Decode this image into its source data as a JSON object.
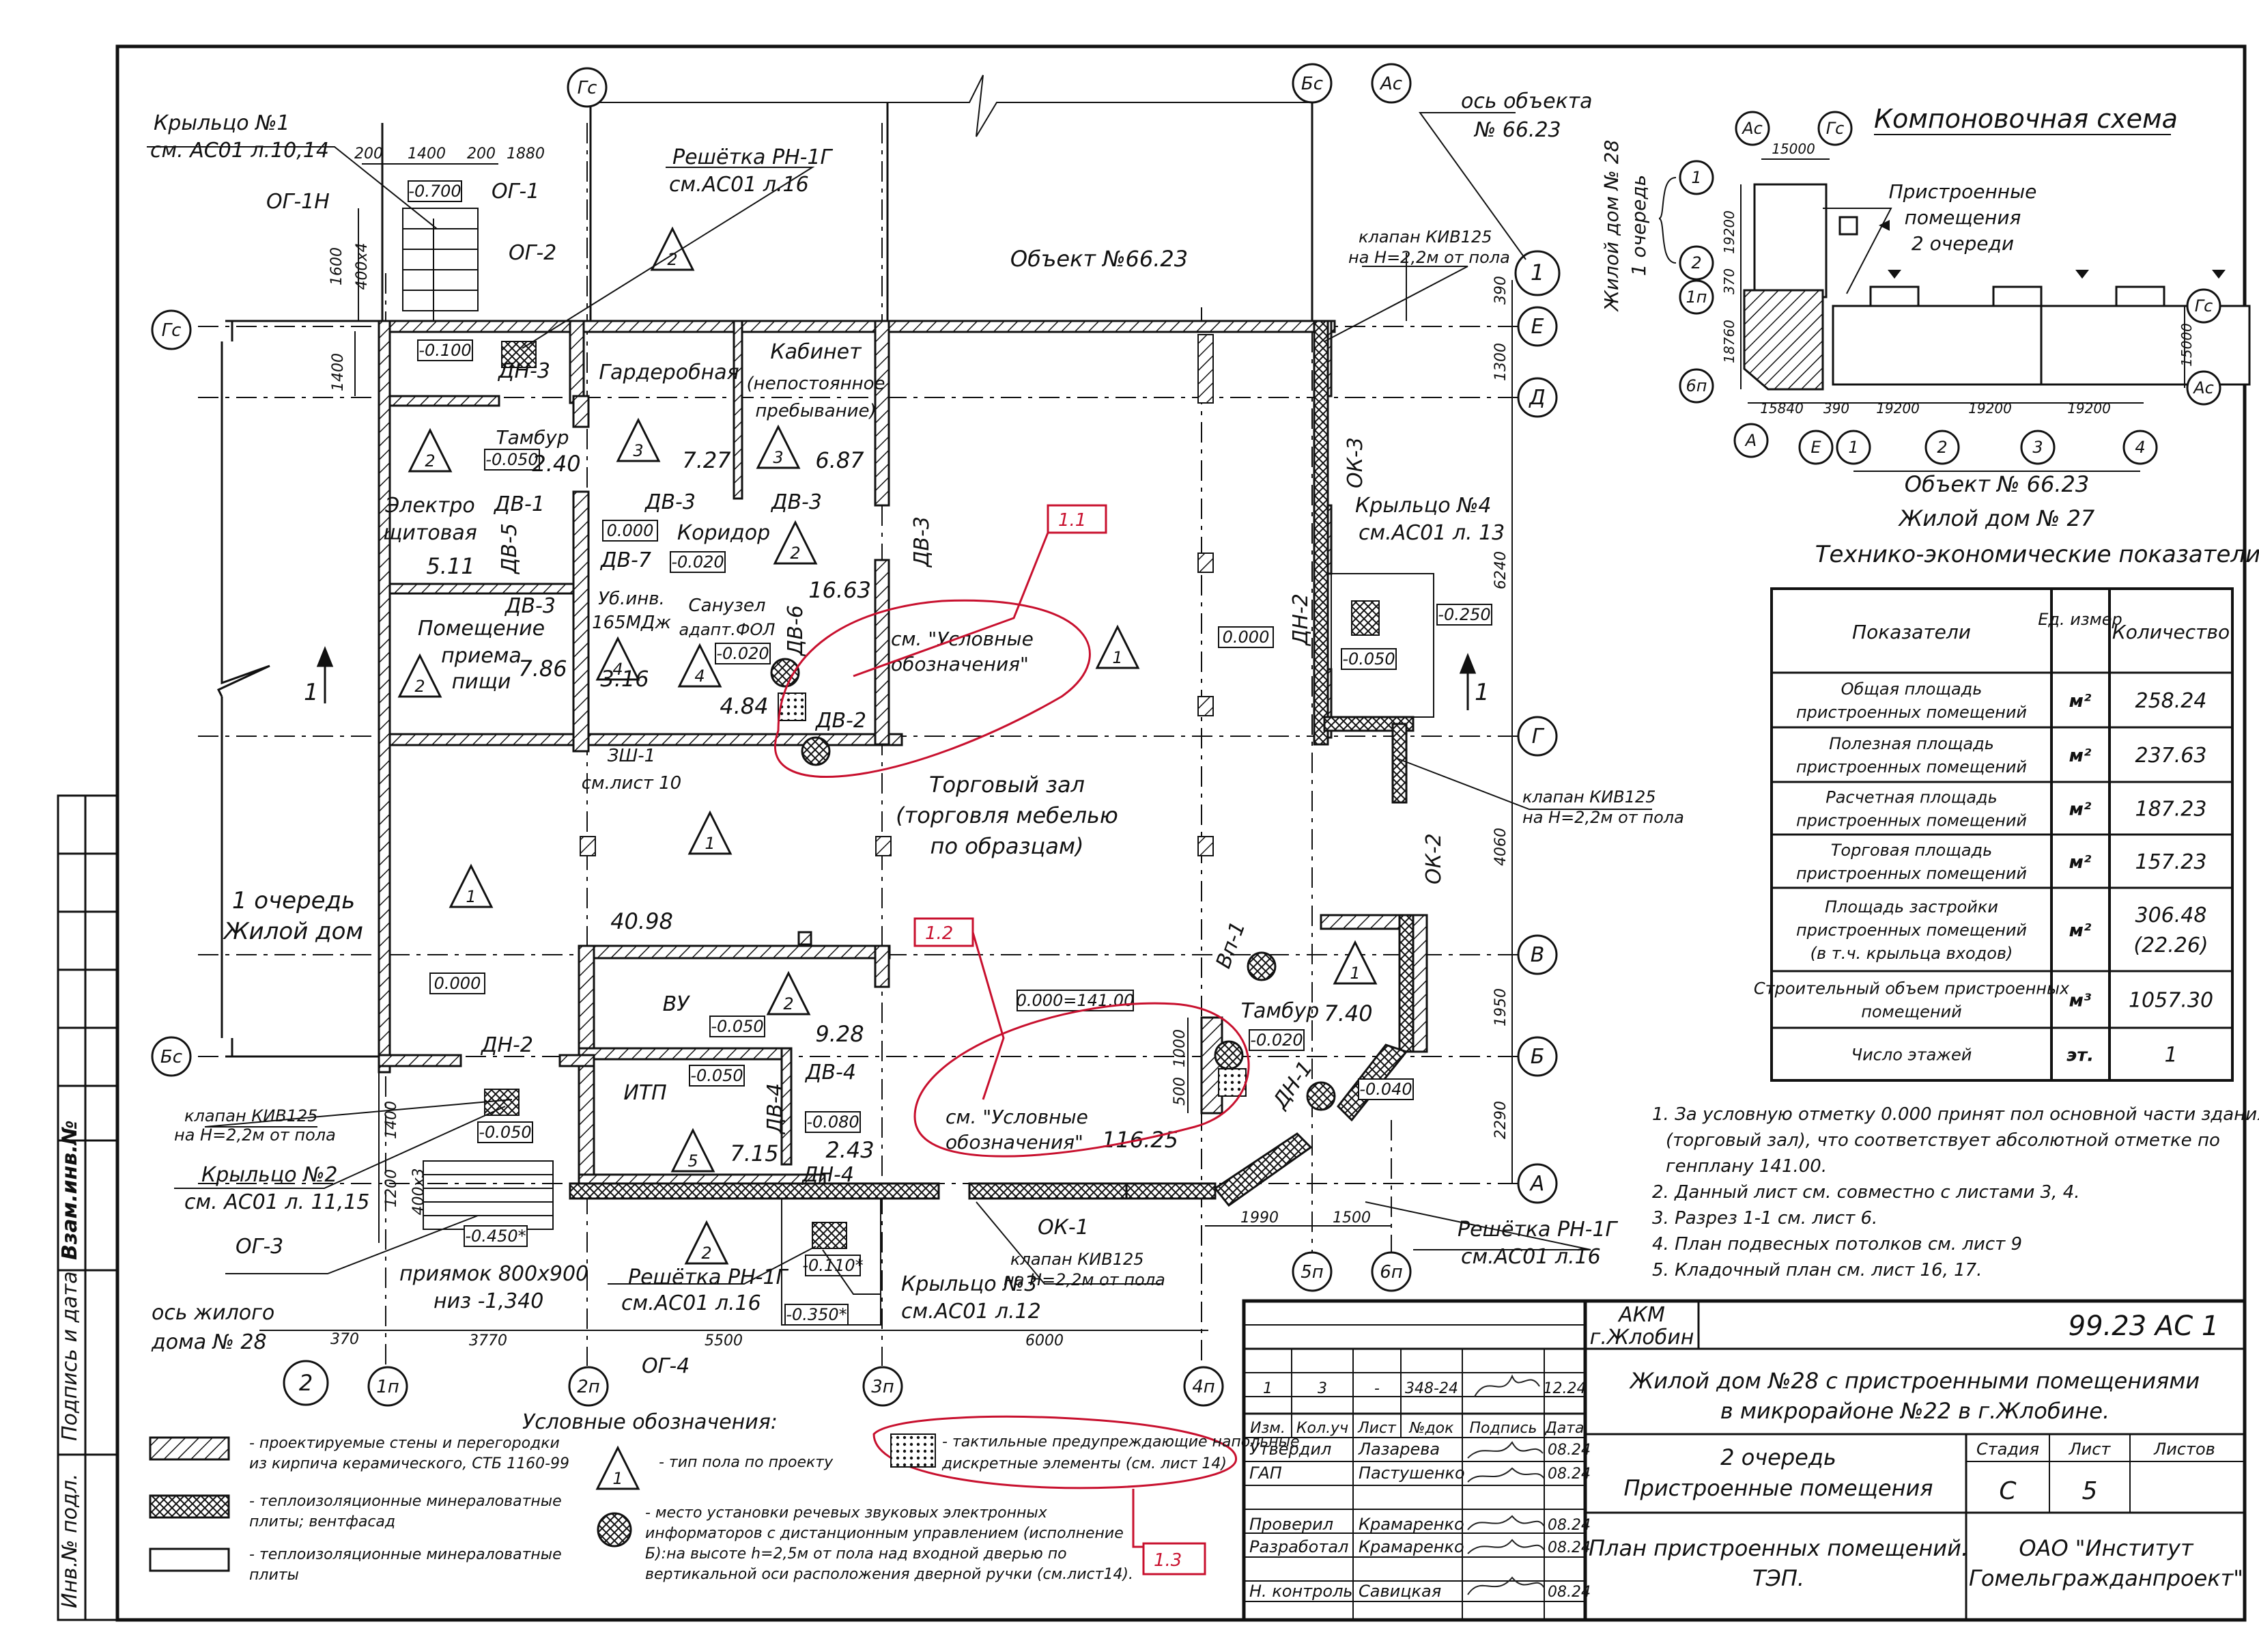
{
  "plan": {
    "object_label": "Объект №66.23",
    "axis_object": [
      "ось объекта",
      "№ 66.23"
    ],
    "axis_house": [
      "ось жилого",
      "дома № 28"
    ],
    "porch1": [
      "Крыльцо №1",
      "см. АС01 л.10,14"
    ],
    "porch2": [
      "Крыльцо №2",
      "см. АС01 л. 11,15"
    ],
    "porch3": [
      "Крыльцо №3",
      "см.АС01 л.12"
    ],
    "porch4": [
      "Крыльцо №4",
      "см.АС01  л. 13"
    ],
    "grate_top": [
      "Решётка РН-1Г",
      "см.АС01 л.16"
    ],
    "grate_bottom": [
      "Решётка РН-1Г",
      "см.АС01 л.16"
    ],
    "grate_right": [
      "Решётка РН-1Г",
      "см.АС01 л.16"
    ],
    "valve_top": [
      "клапан КИВ125",
      "на Н=2,2м от пола"
    ],
    "valve_right": [
      "клапан КИВ125",
      "на Н=2,2м от пола"
    ],
    "valve_left": [
      "клапан КИВ125",
      "на Н=2,2м от пола"
    ],
    "valve_bottom": [
      "клапан КИВ125",
      "на Н=2,2м от пола"
    ],
    "pit": [
      "приямок 800х900",
      "низ -1,340"
    ],
    "house1": [
      "1 очередь",
      "Жилой дом"
    ],
    "see_legend_1": [
      "см. \"Условные",
      "обозначения\""
    ],
    "see_legend_2": [
      "см. \"Условные",
      "обозначения\""
    ],
    "hall": [
      "Торговый зал",
      "(торговля мебелью",
      "по образцам)"
    ],
    "rooms": {
      "garderob": "Гардеробная",
      "cabinet": [
        "Кабинет",
        "(непостоянное",
        "пребывание)"
      ],
      "tambur1": "Тамбур",
      "electro": [
        "Электро",
        "щитовая"
      ],
      "corridor": "Коридор",
      "food": [
        "Помещение",
        "приема",
        "пищи"
      ],
      "uborka": [
        "Уб.инв.",
        "165МДж"
      ],
      "wc": [
        "Санузел",
        "адапт.ФОЛ"
      ],
      "vu": "ВУ",
      "itp": "ИТП",
      "tambur2": "Тамбур",
      "zsh": [
        "ЗШ-1",
        "см.лист 10"
      ]
    },
    "areas": {
      "tambur1": "2.40",
      "garderob": "7.27",
      "cabinet": "6.87",
      "electro": "5.11",
      "corridor": "16.63",
      "food": "7.86",
      "uborka": "3.16",
      "wc": "4.84",
      "hall": "40.98",
      "vu": "9.28",
      "itp": "7.15",
      "small": "2.43",
      "main": "116.25",
      "tambur2": "7.40"
    },
    "levels": {
      "l0700": "-0.700",
      "l0100": "-0.100",
      "l0050a": "-0.050",
      "l0000a": "0.000",
      "l0020a": "-0.020",
      "l0020b": "-0.020",
      "l0000b": "0.000",
      "l0050b": "-0.050",
      "l0250": "-0.250",
      "l0000c": "0.000",
      "l14100": "0.000=141.00",
      "l0050c": "-0.050",
      "l0050d": "-0.050",
      "l0080": "-0.080",
      "l0050e": "-0.050",
      "l0450": "-0.450*",
      "l0110": "-0.110*",
      "l0350": "-0.350*",
      "l0020c": "-0.020",
      "l0040": "-0.040"
    },
    "marks": {
      "og1n": "ОГ-1Н",
      "og1": "ОГ-1",
      "og2": "ОГ-2",
      "og3": "ОГ-3",
      "og4": "ОГ-4",
      "dn3": "ДН-3",
      "dn2a": "ДН-2",
      "dn2b": "ДН-2",
      "dn1": "ДН-1",
      "dv1": "ДВ-1",
      "dv3a": "ДВ-3",
      "dv3b": "ДВ-3",
      "dv3c": "ДВ-3",
      "dv3d": "ДВ-3",
      "dv5": "ДВ-5",
      "dv7": "ДВ-7",
      "dv6": "ДВ-6",
      "dv2": "ДВ-2",
      "dv4a": "ДВ-4",
      "dv4b": "ДВ-4",
      "dn4": "ДН-4",
      "ok1": "ОК-1",
      "ok2": "ОК-2",
      "ok3": "ОК-3",
      "vp1": "Вп-1",
      "cut": "1"
    },
    "axes_letters": [
      "Гс",
      "Бс",
      "Ас",
      "Е",
      "Д",
      "Г",
      "В",
      "Б",
      "А"
    ],
    "axes_numbers": [
      "1п",
      "2п",
      "3п",
      "4п",
      "5п",
      "6п",
      "1",
      "2"
    ],
    "dims": {
      "top": [
        "200",
        "1400",
        "200",
        "1880"
      ],
      "left_v": [
        "1600",
        "400х4",
        "1400",
        "1400",
        "1200",
        "400х3"
      ],
      "right_v": [
        "390",
        "1300",
        "6240",
        "4060",
        "1950",
        "2290"
      ],
      "bottom": [
        "3770",
        "5500",
        "6000",
        "370"
      ],
      "right_h": [
        "1990",
        "1500"
      ],
      "door": [
        "1000",
        "500"
      ]
    },
    "red_marks": [
      "1.1",
      "1.2",
      "1.3"
    ]
  },
  "scheme": {
    "title": "Компоновочная схема",
    "label_rooms": [
      "Пристроенные",
      "помещения",
      "2 очереди"
    ],
    "label_house28": [
      "Жилой дом № 28",
      "1 очередь"
    ],
    "label_obj": "Объект № 66.23",
    "label_house27": "Жилой дом № 27",
    "axes": [
      "Ас",
      "Гс",
      "1",
      "2",
      "1п",
      "6п",
      "А",
      "Е",
      "1",
      "2",
      "3",
      "4",
      "Гс",
      "Ас"
    ],
    "dims": [
      "15000",
      "19200",
      "370",
      "18760",
      "15840",
      "390",
      "19200",
      "19200",
      "19200",
      "15000"
    ]
  },
  "tep": {
    "title": "Технико-экономические показатели",
    "headers": [
      "Показатели",
      "Ед. измер",
      "Количество"
    ],
    "rows": [
      {
        "name": [
          "Общая площадь",
          "пристроенных помещений"
        ],
        "unit": "м²",
        "value": "258.24"
      },
      {
        "name": [
          "Полезная площадь",
          "пристроенных помещений"
        ],
        "unit": "м²",
        "value": "237.63"
      },
      {
        "name": [
          "Расчетная площадь",
          "пристроенных помещений"
        ],
        "unit": "м²",
        "value": "187.23"
      },
      {
        "name": [
          "Торговая площадь",
          "пристроенных помещений"
        ],
        "unit": "м²",
        "value": "157.23"
      },
      {
        "name": [
          "Площадь застройки",
          "пристроенных помещений",
          "(в т.ч. крыльца входов)"
        ],
        "unit": "м²",
        "value": [
          "306.48",
          "(22.26)"
        ]
      },
      {
        "name": [
          "Строительный объем пристроенных",
          "помещений"
        ],
        "unit": "м³",
        "value": "1057.30"
      },
      {
        "name": [
          "Число этажей"
        ],
        "unit": "эт.",
        "value": "1"
      }
    ]
  },
  "notes": [
    "1.  За условную отметку 0.000 принят пол основной части здания",
    "(торговый зал), что соответствует абсолютной отметке по",
    "генплану   141.00.",
    "2.  Данный лист см. совместно с листами 3, 4.",
    "3.  Разрез 1-1 см. лист 6.",
    "4.  План подвесных потолков см. лист 9",
    "5.  Кладочный план см. лист 16, 17."
  ],
  "legend": {
    "title": "Условные обозначения:",
    "items": [
      [
        "- проектируемые стены и перегородки",
        "из кирпича керамического, СТБ 1160-99"
      ],
      [
        "- теплоизоляционные минераловатные",
        "плиты; вентфасад"
      ],
      [
        "- теплоизоляционные минераловатные",
        "плиты"
      ],
      [
        "- тип пола по проекту"
      ],
      [
        "- место установки речевых звуковых электронных",
        "информаторов с дистанционным управлением (исполнение",
        "Б):на высоте h=2,5м от пола над входной дверью по",
        "вертикальной оси расположения дверной ручки (см.лист14)."
      ],
      [
        "- тактильные предупреждающие напольные",
        "дискретные элементы (см. лист 14)"
      ]
    ]
  },
  "stamp": {
    "code": "99.23  АС 1",
    "org_short": [
      "АКМ",
      "г.Жлобин"
    ],
    "project": [
      "Жилой дом №28 с пристроенными помещениями",
      "в микрорайоне №22 в г.Жлобине."
    ],
    "part": [
      "2 очередь",
      "Пристроенные помещения"
    ],
    "sheet_title": [
      "План пристроенных помещений.",
      "ТЭП."
    ],
    "org": [
      "ОАО  \"Институт",
      "Гомельгражданпроект\""
    ],
    "col_headers": [
      "Изм.",
      "Кол.уч",
      "Лист",
      "№док",
      "Подпись",
      "Дата"
    ],
    "change_row": [
      "1",
      "3",
      "-",
      "348-24",
      "",
      "12.24"
    ],
    "stage_headers": [
      "Стадия",
      "Лист",
      "Листов"
    ],
    "stage_values": [
      "С",
      "5",
      ""
    ],
    "people": [
      {
        "role": "Утвердил",
        "name": "Лазарева",
        "date": "08.24"
      },
      {
        "role": "ГАП",
        "name": "Пастушенко",
        "date": "08.24"
      },
      {
        "role": "",
        "name": "",
        "date": ""
      },
      {
        "role": "Проверил",
        "name": "Крамаренко",
        "date": "08.24"
      },
      {
        "role": "Разработал",
        "name": "Крамаренко",
        "date": "08.24"
      },
      {
        "role": "Н. контроль",
        "name": "Савицкая",
        "date": "08.24"
      }
    ],
    "side": [
      "Взам.инв.№",
      "Подпись и дата",
      "Инв.№ подл."
    ]
  },
  "colors": {
    "ink": "#111111",
    "red": "#c8102e",
    "paper": "#ffffff"
  }
}
